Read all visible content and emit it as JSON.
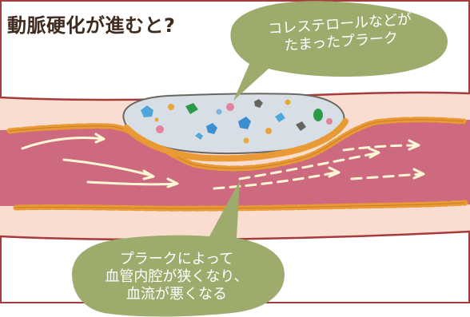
{
  "title": "動脈硬化が進むと?",
  "callout_top": {
    "line1": "コレステロールなどが",
    "line2": "たまったプラーク"
  },
  "callout_bottom": {
    "line1": "プラークによって",
    "line2": "血管内腔が狭くなり、",
    "line3": "血流が悪くなる"
  },
  "colors": {
    "frame_border": "#a63b3b",
    "vessel_outer": "#f8ddd0",
    "vessel_lumen": "#cd6a7f",
    "vessel_edge": "#e99a34",
    "plaque_fill": "#d8dee5",
    "callout_fill": "#9dab6c",
    "flow_arrow": "#fff6d4"
  }
}
